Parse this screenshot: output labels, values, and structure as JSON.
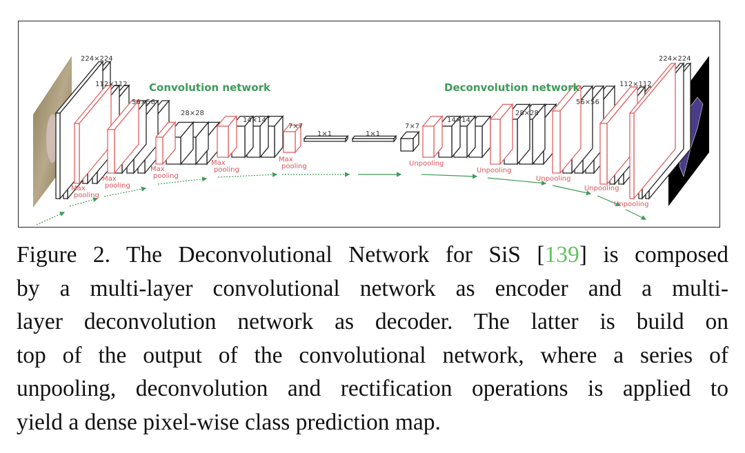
{
  "figure": {
    "titles": {
      "conv": "Convolution network",
      "deconv": "Deconvolution network"
    },
    "sizes": {
      "enc": [
        "224×224",
        "112×112",
        "56×56",
        "28×28",
        "14×14",
        "7×7",
        "1×1"
      ],
      "dec": [
        "1×1",
        "7×7",
        "14×14",
        "28×28",
        "56×56",
        "112×112",
        "224×224"
      ]
    },
    "pool_label": [
      "Max",
      "pooling"
    ],
    "unpool_label": "Unpooling",
    "colors": {
      "layer": "#222222",
      "pool": "#e06060",
      "arrow": "#3e9a5a",
      "cite": "#5fc45f"
    }
  },
  "caption": {
    "line1_pre": "Figure 2. The Deconvolutional Network for SiS [",
    "cite": "139",
    "line1_post": "] is composed",
    "lines": [
      "by a multi-layer convolutional network as encoder and a multi-",
      "layer deconvolution network as decoder.  The latter is build on",
      "top of the output of the convolutional network, where a series of",
      "unpooling, deconvolution and rectification operations is applied to",
      "yield a dense pixel-wise class prediction map."
    ]
  }
}
